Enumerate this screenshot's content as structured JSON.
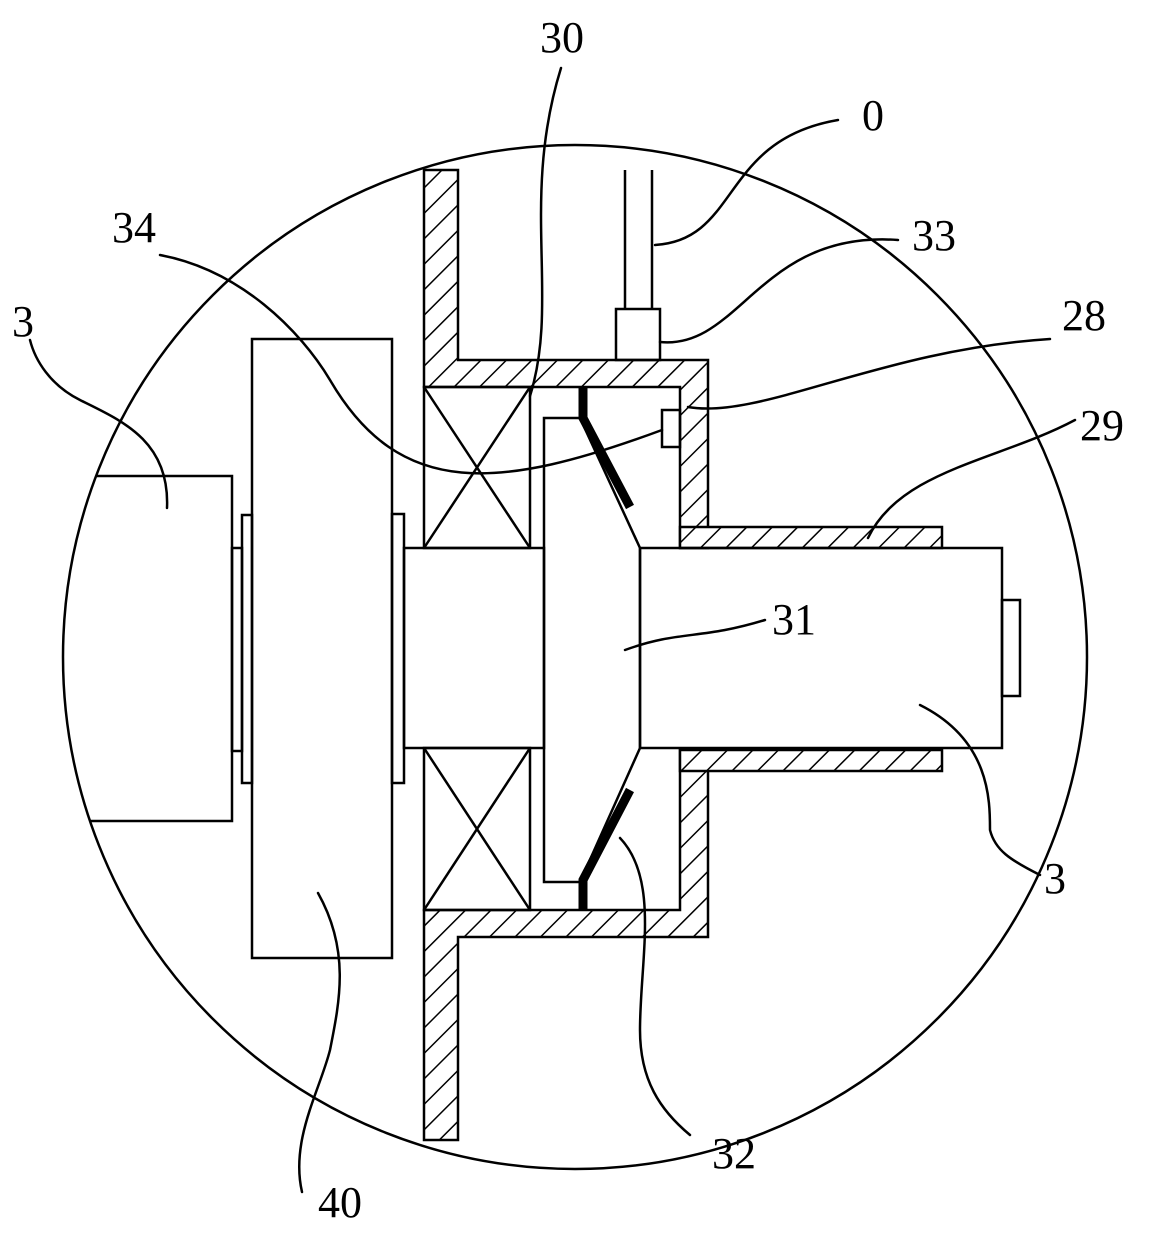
{
  "labels": {
    "l30": "30",
    "l0": "0",
    "l34": "34",
    "l33": "33",
    "l28": "28",
    "l3_left": "3",
    "l29": "29",
    "l31": "31",
    "l3_right": "3",
    "l32": "32",
    "l40": "40"
  },
  "colors": {
    "line": "#000000",
    "background": "#ffffff"
  }
}
